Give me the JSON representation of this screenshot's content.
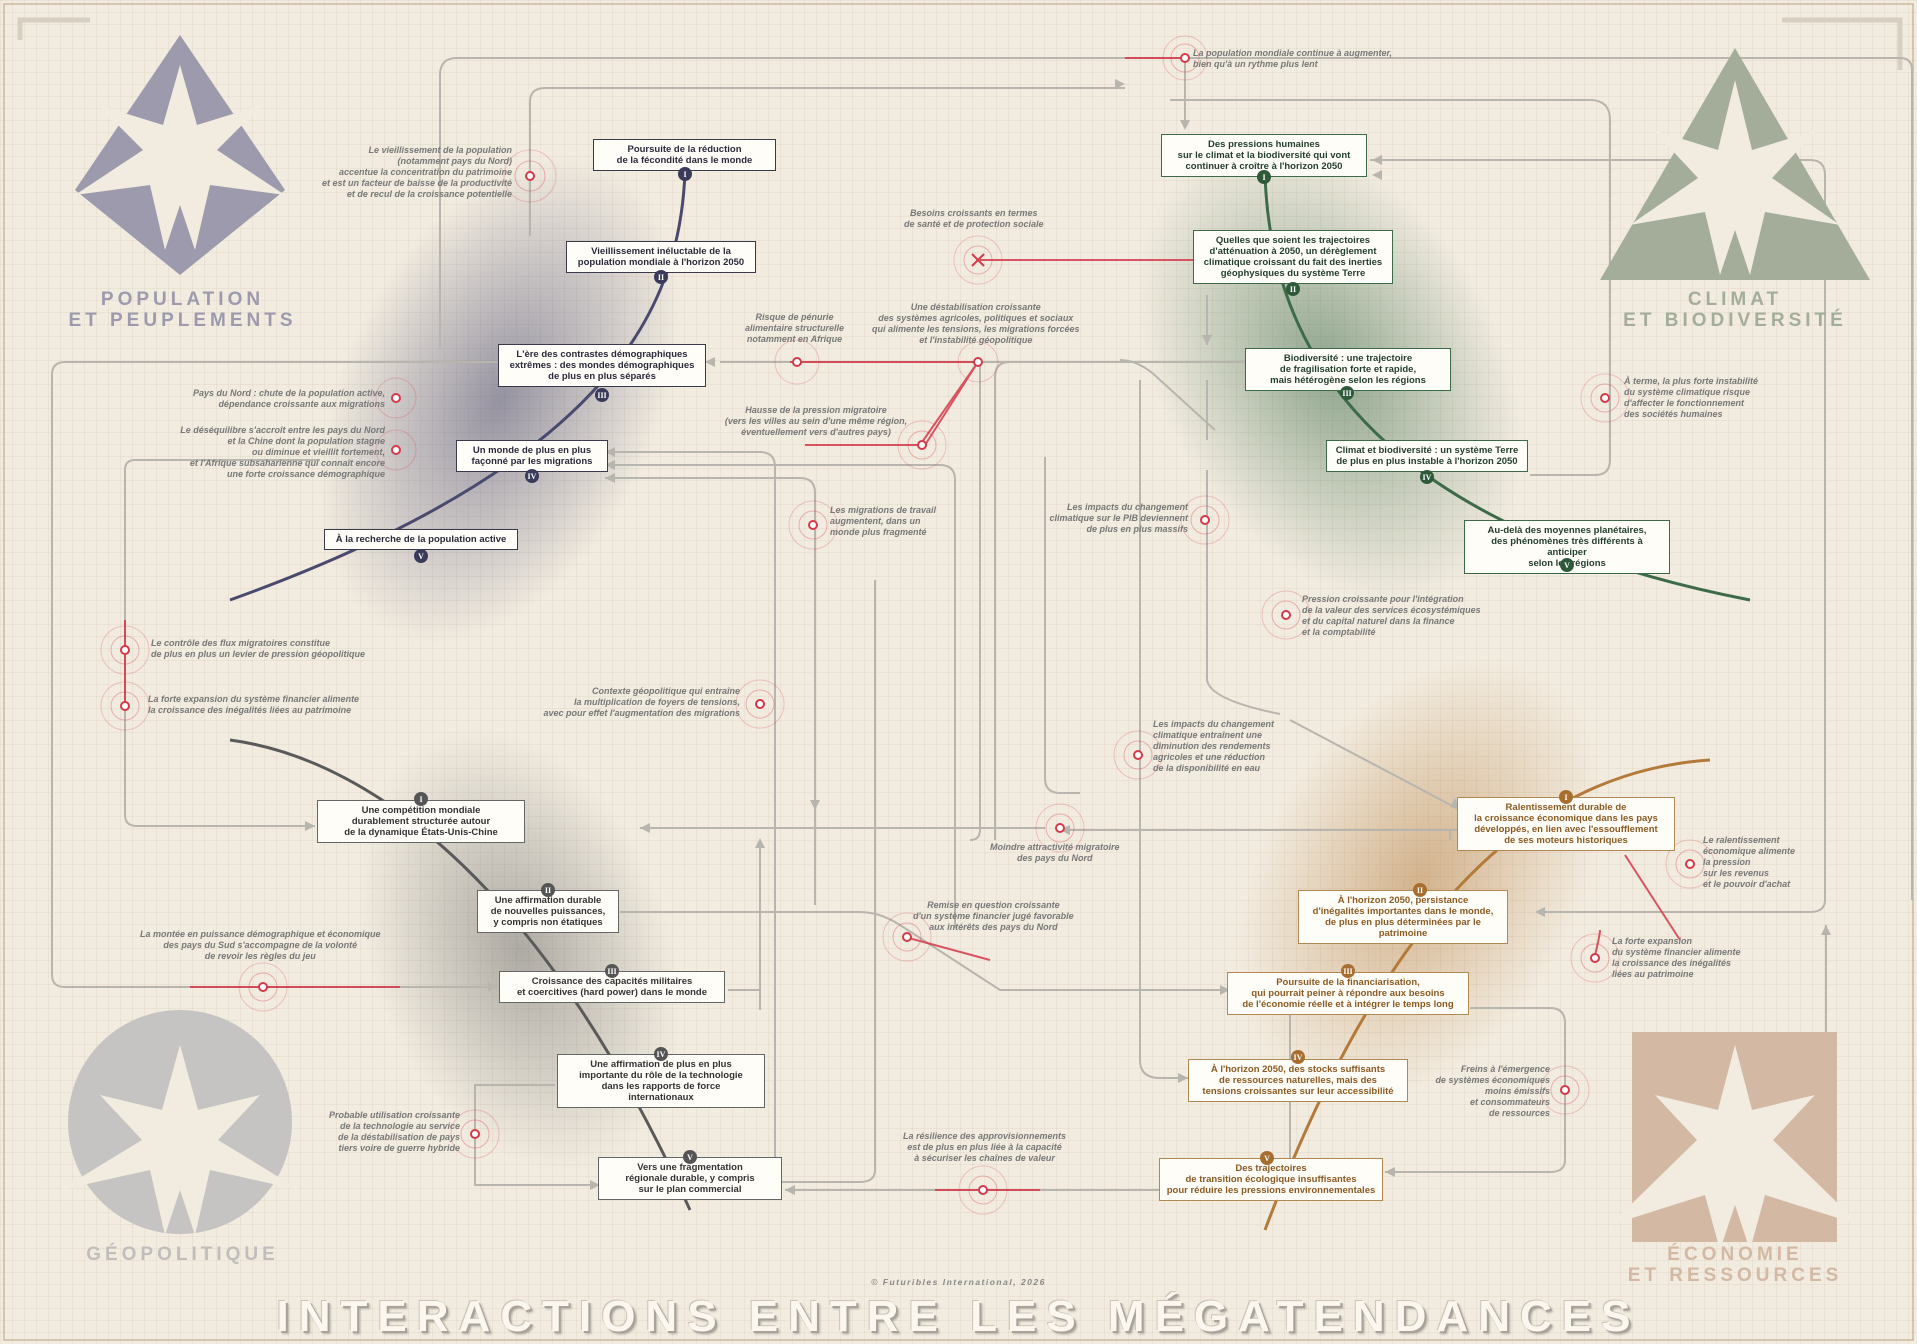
{
  "title": "INTERACTIONS ENTRE LES MÉGATENDANCES",
  "copyright": "© Futuribles International, 2026",
  "colors": {
    "population": "#4a4a6e",
    "climat": "#3d6b4a",
    "economie": "#b47a3a",
    "geopolitique": "#5a5a5a",
    "signal": "#d43a4a",
    "connector": "#b8b4ae"
  },
  "quadrants": {
    "population": {
      "title": "POPULATION\nET PEUPLEMENTS",
      "icon": "star-emblem-icon"
    },
    "climat": {
      "title": "CLIMAT\nET BIODIVERSITÉ",
      "icon": "star-triangle-icon"
    },
    "geopolitique": {
      "title": "GÉOPOLITIQUE",
      "icon": "star-circle-icon"
    },
    "economie": {
      "title": "ÉCONOMIE\nET RESSOURCES",
      "icon": "star-square-icon"
    }
  },
  "trends": {
    "pop1": "Poursuite de la réduction\nde la fécondité dans le monde",
    "pop2": "Vieillissement inéluctable de la\npopulation mondiale à l'horizon 2050",
    "pop3": "L'ère des contrastes démographiques\nextrêmes : des mondes démographiques\nde plus en plus séparés",
    "pop4": "Un monde de plus en plus\nfaçonné par les migrations",
    "pop5": "À la recherche de la population active",
    "cli1": "Des pressions humaines\nsur le climat et la biodiversité qui vont\ncontinuer à croître à l'horizon 2050",
    "cli2": "Quelles que soient les trajectoires\nd'atténuation à 2050, un dérèglement\nclimatique croissant du fait des inerties\ngéophysiques du système Terre",
    "cli3": "Biodiversité : une trajectoire\nde fragilisation forte et rapide,\nmais hétérogène selon les régions",
    "cli4": "Climat et biodiversité : un système Terre\nde plus en plus instable à l'horizon 2050",
    "cli5": "Au-delà des moyennes planétaires,\ndes phénomènes très différents à anticiper\nselon les régions",
    "geo1": "Une compétition mondiale\ndurablement structurée autour\nde la dynamique États-Unis-Chine",
    "geo2": "Une affirmation durable\nde nouvelles puissances,\ny compris non étatiques",
    "geo3": "Croissance des capacités militaires\net coercitives (hard power) dans le monde",
    "geo4": "Une affirmation de plus en plus\nimportante du rôle de la technologie\ndans les rapports de force\ninternationaux",
    "geo5": "Vers une fragmentation\nrégionale durable, y compris\nsur le plan commercial",
    "eco1": "Ralentissement durable de\nla croissance économique dans les pays\ndéveloppés, en lien avec l'essoufflement\nde ses moteurs historiques",
    "eco2": "À l'horizon 2050, persistance\nd'inégalités importantes dans le monde,\nde plus en plus déterminées par le patrimoine",
    "eco3": "Poursuite de la financiarisation,\nqui pourrait peiner à répondre aux besoins\nde l'économie réelle et à intégrer le temps long",
    "eco4": "À l'horizon 2050, des stocks suffisants\nde ressources naturelles, mais des\ntensions croissantes sur leur accessibilité",
    "eco5": "Des trajectoires\nde transition écologique insuffisantes\npour réduire les pressions environnementales"
  },
  "numerals": [
    "I",
    "II",
    "III",
    "IV",
    "V"
  ],
  "notes": {
    "n1": "La population mondiale continue à augmenter,\nbien qu'à un rythme plus lent",
    "n2": "Le vieillissement de la population\n(notamment pays du Nord)\naccentue la concentration du patrimoine\net est un facteur de baisse de la productivité\net de recul de la croissance potentielle",
    "n3": "Besoins croissants en termes\nde santé et de protection sociale",
    "n4": "Risque de pénurie\nalimentaire structurelle\nnotamment en Afrique",
    "n5": "Une déstabilisation croissante\ndes systèmes agricoles, politiques et sociaux\nqui alimente les tensions, les migrations forcées\net l'instabilité géopolitique",
    "n6": "Pays du Nord : chute de la population active,\ndépendance croissante aux migrations",
    "n7": "Le déséquilibre s'accroît entre les pays du Nord\net la Chine dont la population stagne\nou diminue et vieillit fortement,\net l'Afrique subsaharienne qui connaît encore\nune forte croissance démographique",
    "n8": "Hausse de la pression migratoire\n(vers les villes au sein d'une même région,\néventuellement vers d'autres pays)",
    "n9": "Les migrations de travail\naugmentent, dans un\nmonde plus fragmenté",
    "n10": "Les impacts du changement\nclimatique sur le PIB deviennent\nde plus en plus massifs",
    "n11": "À terme, la plus forte instabilité\ndu système climatique risque\nd'affecter le fonctionnement\ndes sociétés humaines",
    "n12": "Pression croissante pour l'intégration\nde la valeur des services écosystémiques\net du capital naturel dans la finance\net la comptabilité",
    "n13": "Le contrôle des flux migratoires constitue\nde plus en plus un levier de pression géopolitique",
    "n14": "La forte expansion du système financier alimente\nla croissance des inégalités liées au patrimoine",
    "n15": "Contexte géopolitique qui entraîne\nla multiplication de foyers de tensions,\navec pour effet l'augmentation des migrations",
    "n16": "Les impacts du changement\nclimatique entraînent une\ndiminution des rendements\nagricoles et une réduction\nde la disponibilité en eau",
    "n17": "Moindre attractivité migratoire\ndes pays du Nord",
    "n18": "Le ralentissement\néconomique alimente\nla pression\nsur les revenus\net le pouvoir d'achat",
    "n19": "La montée en puissance démographique et économique\ndes pays du Sud s'accompagne de la volonté\nde revoir les règles du jeu",
    "n20": "Remise en question croissante\nd'un système financier jugé favorable\naux intérêts des pays du Nord",
    "n21": "La forte expansion\ndu système financier alimente\nla croissance des inégalités\nliées au patrimoine",
    "n22": "Probable utilisation croissante\nde la technologie au service\nde la déstabilisation de pays\ntiers voire de guerre hybride",
    "n23": "Freins à l'émergence\nde systèmes économiques\nmoins émissifs\net consommateurs\nde ressources",
    "n24": "La résilience des approvisionnements\nest de plus en plus liée à la capacité\nà sécuriser les chaînes de valeur"
  }
}
